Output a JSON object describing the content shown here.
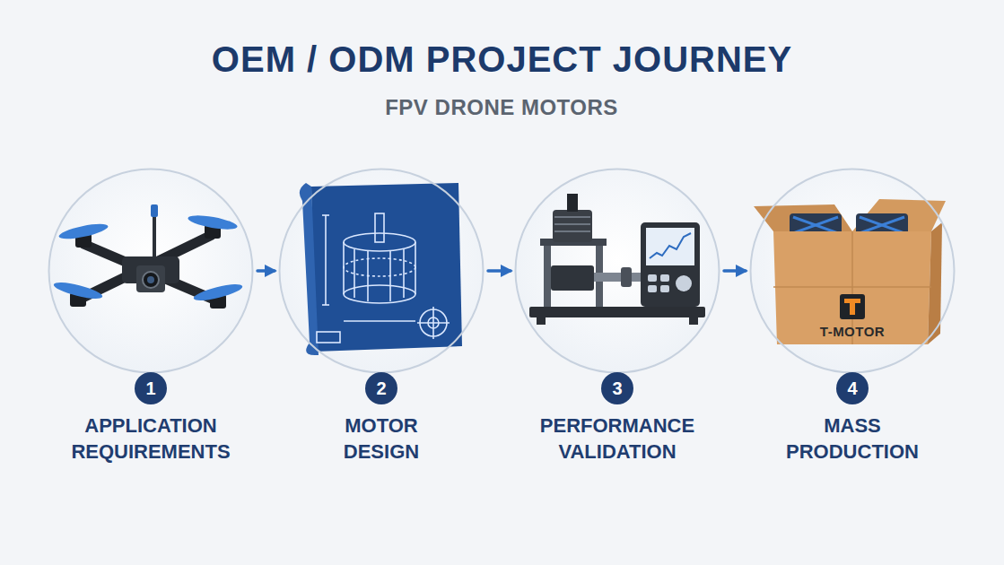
{
  "diagram": {
    "title": "OEM / ODM PROJECT JOURNEY",
    "nodes": [
      {
        "text": [
          "1",
          "APPLICATION REQUIREMENTS"
        ]
      },
      {
        "text": [
          "2",
          "MOTOR DESIGN"
        ]
      },
      {
        "text": [
          "3",
          "PERFORMANCE VALIDATION"
        ]
      },
      {
        "text": [
          "4",
          "MASS PRODUCTION"
        ]
      }
    ],
    "edges": [
      {
        "from": 0,
        "to": 1,
        "arrow": "to"
      },
      {
        "from": 1,
        "to": 2,
        "arrow": "to"
      },
      {
        "from": 2,
        "to": 3,
        "arrow": "to"
      }
    ],
    "labels": [
      "FPV DRONE MOTORS",
      "T-MOTOR"
    ]
  }
}
